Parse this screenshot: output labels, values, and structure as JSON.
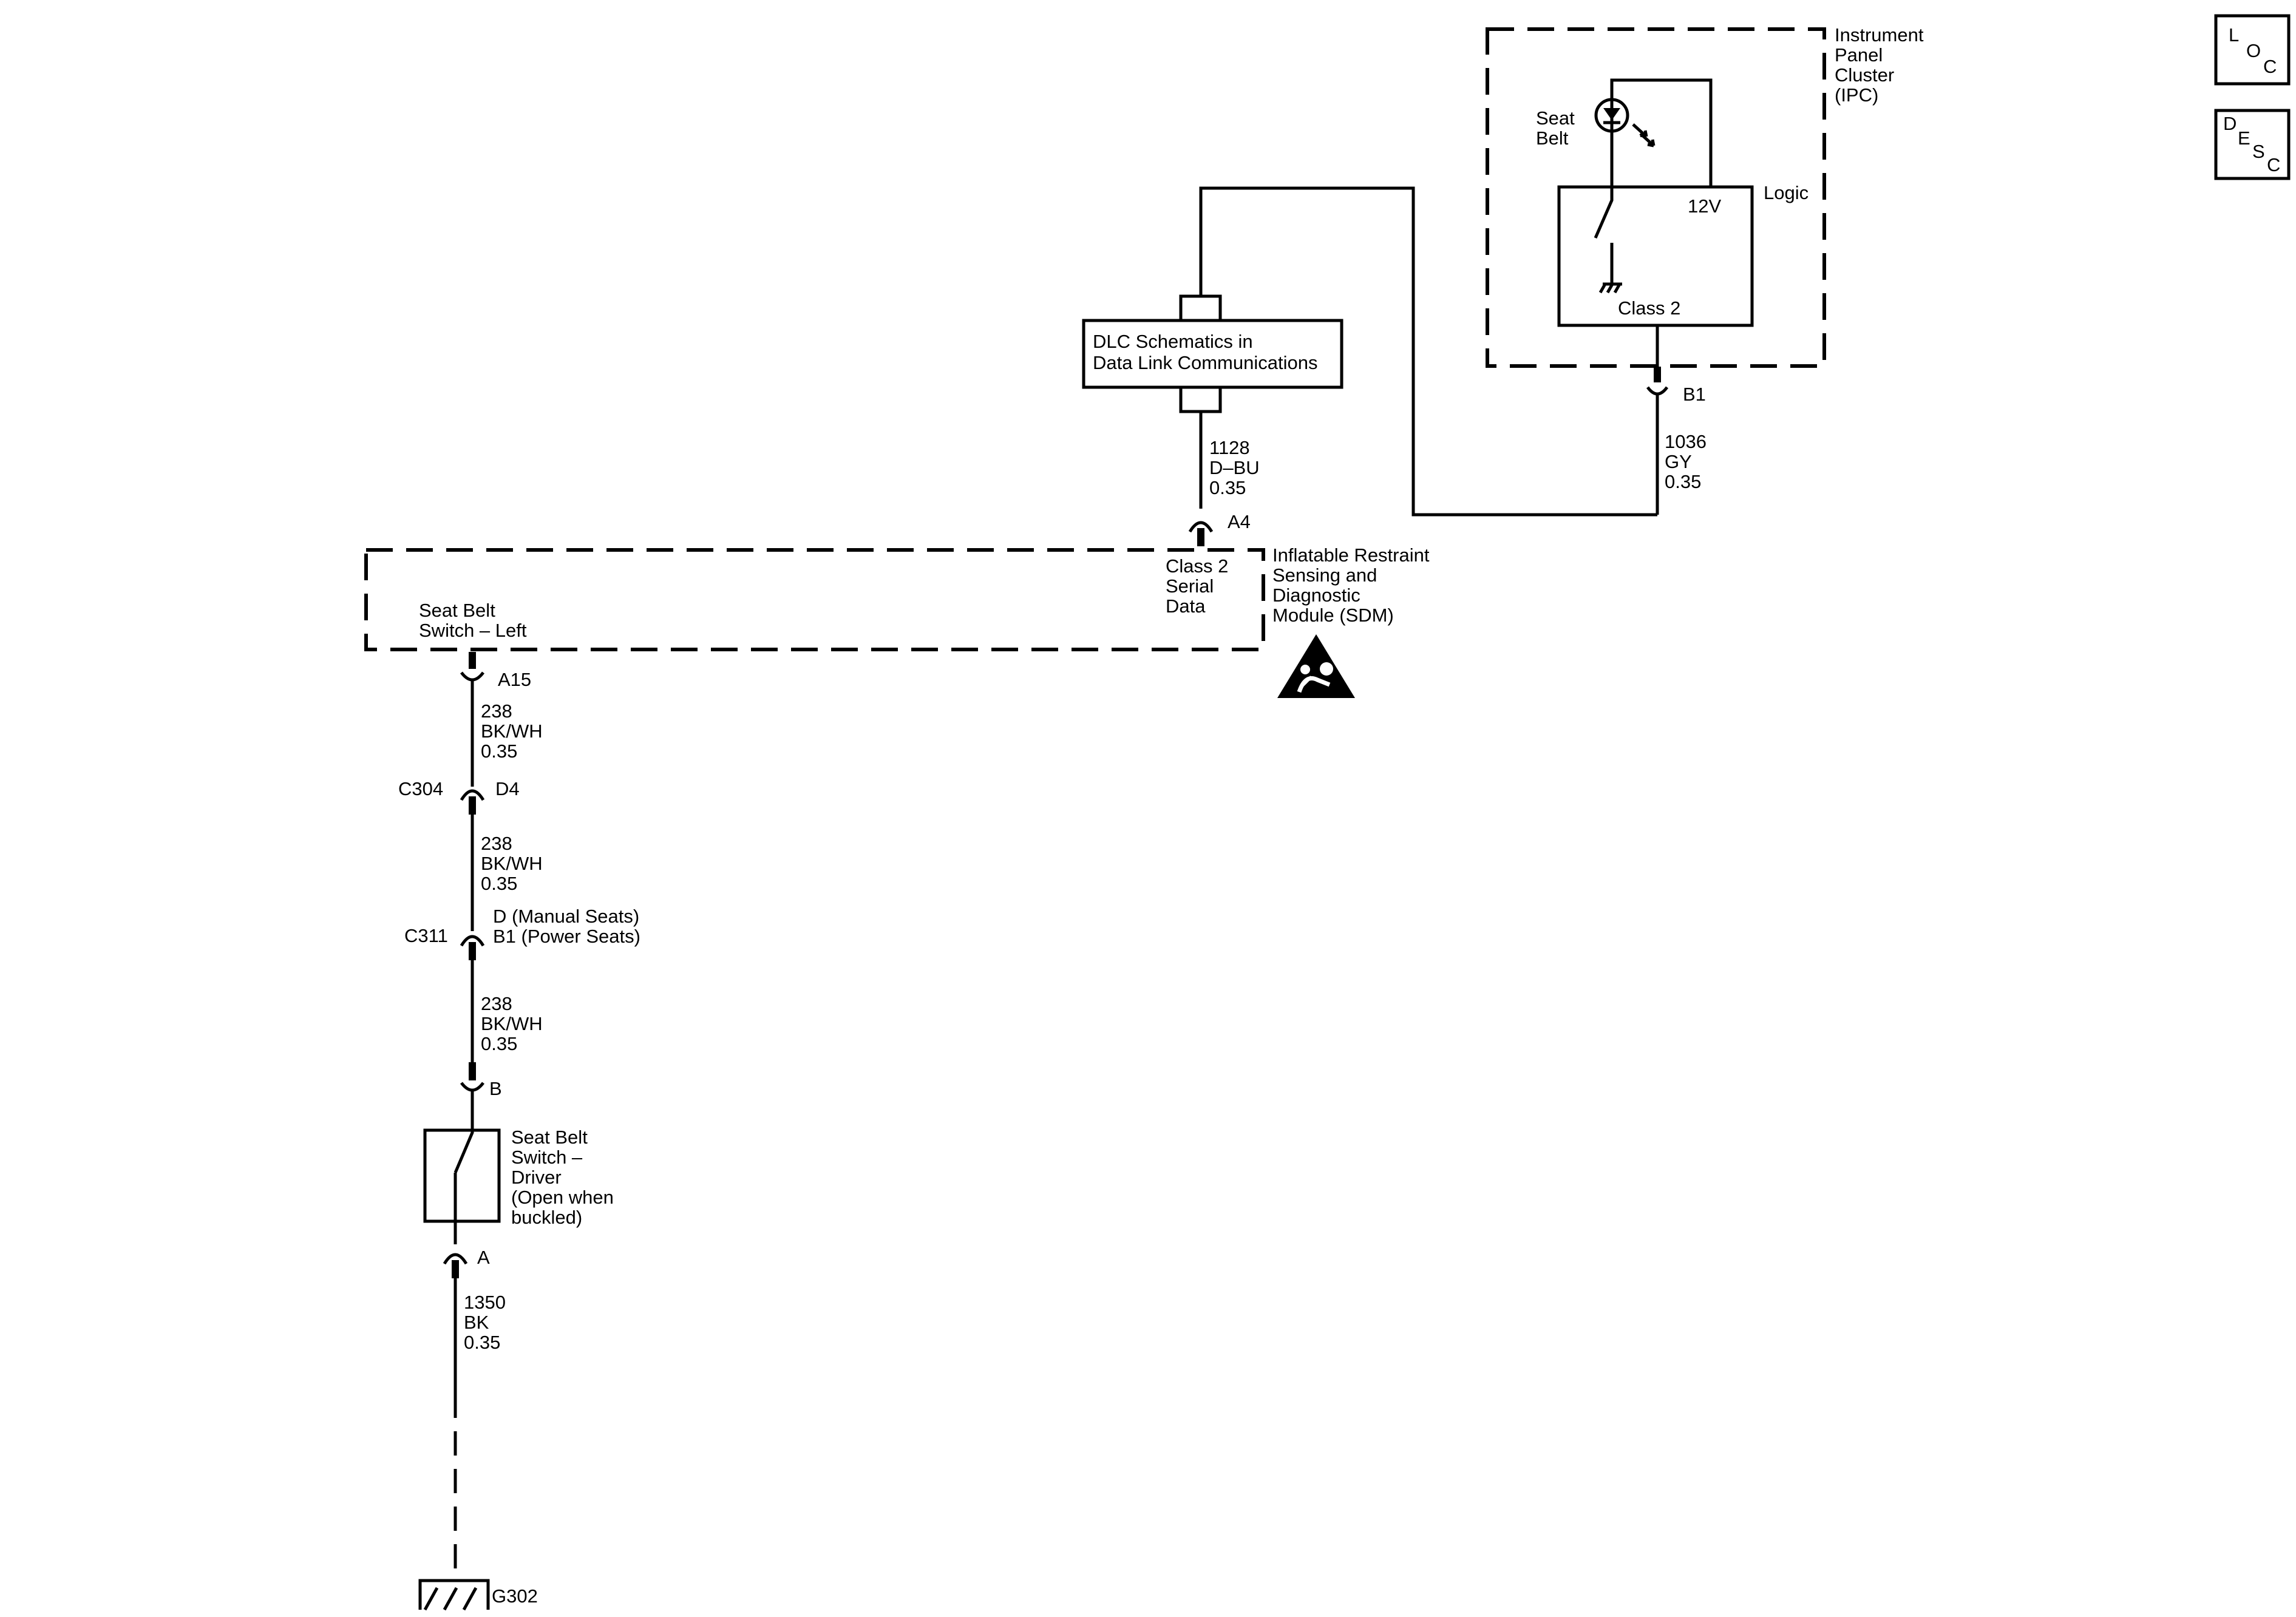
{
  "ipc": {
    "name": [
      "Instrument",
      "Panel",
      "Cluster",
      "(IPC)"
    ],
    "lamp_label": [
      "Seat",
      "Belt"
    ],
    "logic_label": "Logic",
    "voltage_label": "12V",
    "class2_label": "Class 2",
    "pin": "B1"
  },
  "dlc": {
    "text": [
      "DLC Schematics in",
      "Data Link Communications"
    ]
  },
  "wires": {
    "ipc_to_sdm": [
      "1036",
      "GY",
      "0.35"
    ],
    "dlc_to_sdm": [
      "1128",
      "D–BU",
      "0.35"
    ],
    "sdm_to_c304": [
      "238",
      "BK/WH",
      "0.35"
    ],
    "c304_to_c311": [
      "238",
      "BK/WH",
      "0.35"
    ],
    "c311_to_switch": [
      "238",
      "BK/WH",
      "0.35"
    ],
    "switch_to_ground": [
      "1350",
      "BK",
      "0.35"
    ]
  },
  "sdm": {
    "name": [
      "Inflatable Restraint",
      "Sensing and",
      "Diagnostic",
      "Module (SDM)"
    ],
    "pin_a4": "A4",
    "serial_data": [
      "Class 2",
      "Serial",
      "Data"
    ],
    "seat_belt_switch": [
      "Seat Belt",
      "Switch – Left"
    ],
    "pin_a15": "A15",
    "icon": "airbag-warning-icon"
  },
  "connectors": {
    "c304": {
      "name": "C304",
      "pin": "D4"
    },
    "c311": {
      "name": "C311",
      "pins": [
        "D (Manual Seats)",
        "B1 (Power Seats)"
      ]
    }
  },
  "switch": {
    "pin_top": "B",
    "pin_bottom": "A",
    "name": [
      "Seat Belt",
      "Switch –",
      "Driver",
      "(Open when",
      "buckled)"
    ]
  },
  "ground": {
    "name": "G302",
    "icon": "ground-icon"
  },
  "nav": {
    "loc": [
      "L",
      "O",
      "C"
    ],
    "desc": [
      "D",
      "E",
      "S",
      "C"
    ]
  }
}
